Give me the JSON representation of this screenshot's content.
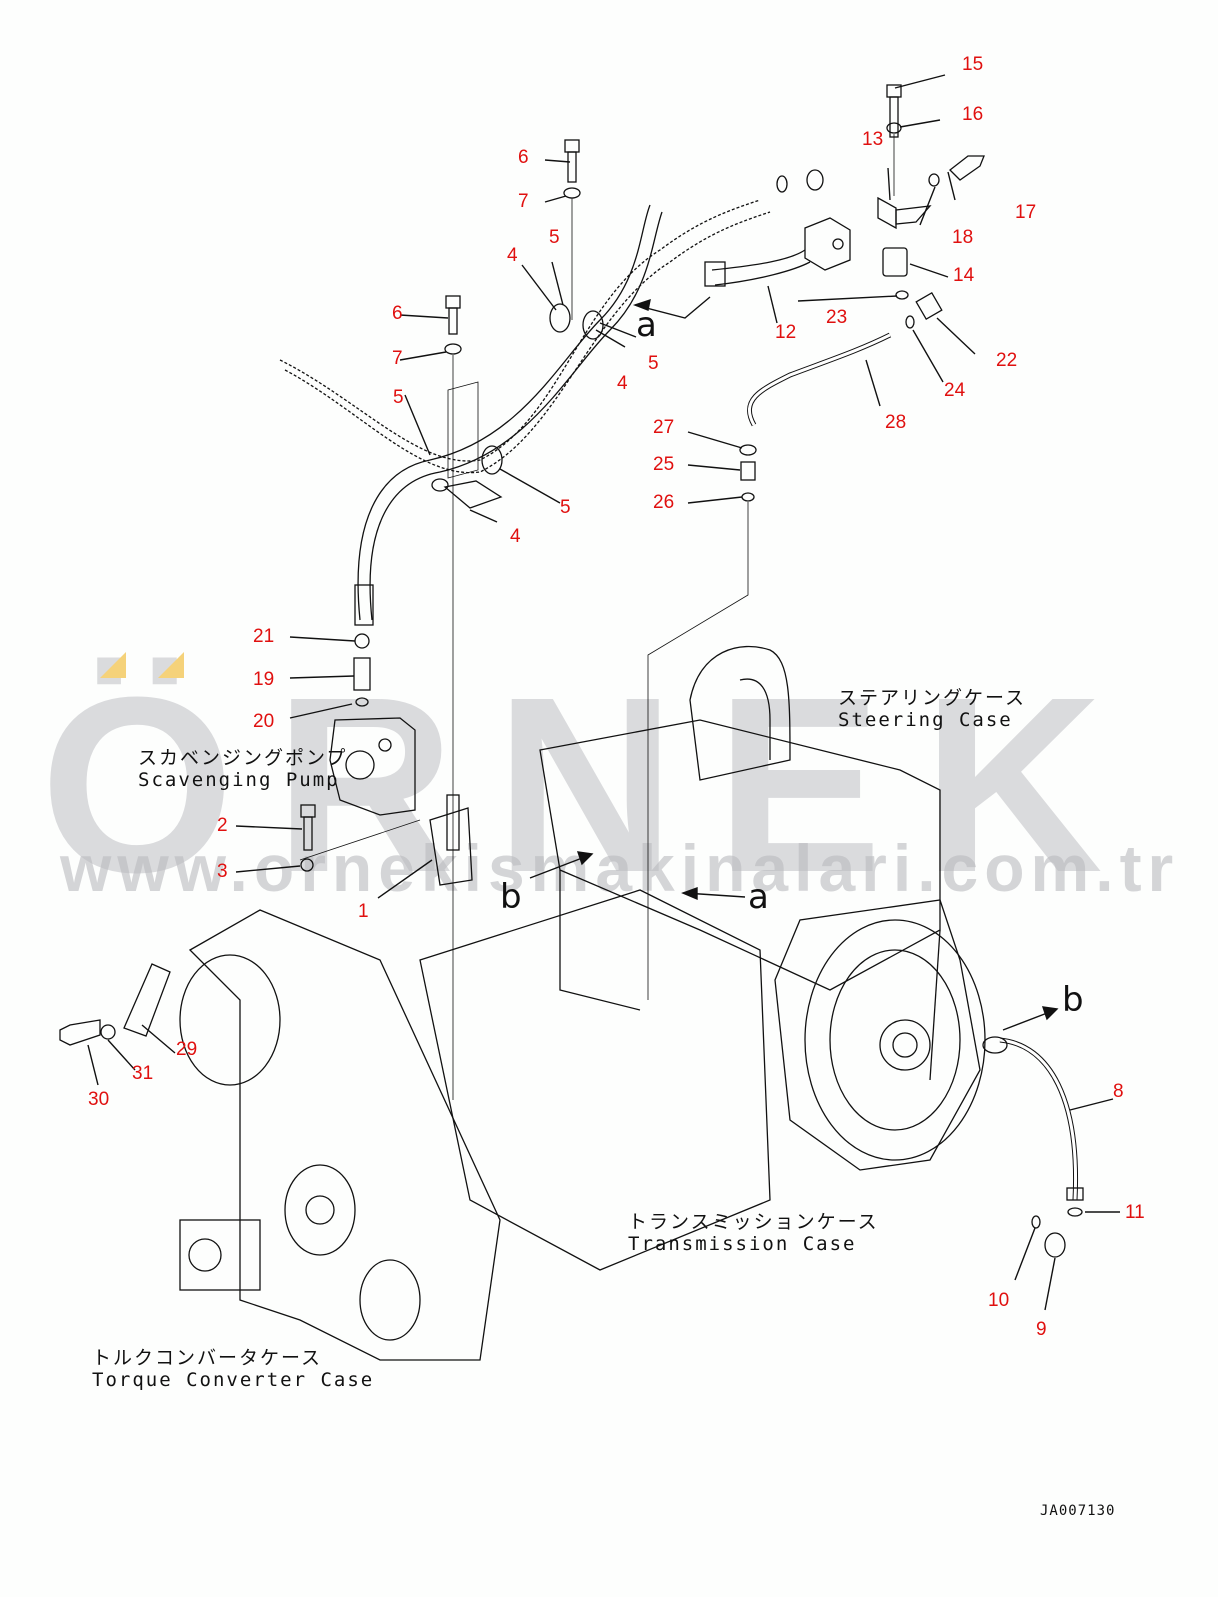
{
  "drawing": {
    "id": "JA007130",
    "captions": {
      "steering_case": {
        "ja": "ステアリングケース",
        "en": "Steering Case"
      },
      "scavenging_pump": {
        "ja": "スカベンジングポンプ",
        "en": "Scavenging Pump"
      },
      "transmission_case": {
        "ja": "トランスミッションケース",
        "en": "Transmission Case"
      },
      "torque_converter_case": {
        "ja": "トルクコンバータケース",
        "en": "Torque Converter Case"
      }
    },
    "view_markers": [
      "a",
      "a",
      "b",
      "b"
    ],
    "callouts": [
      "1",
      "2",
      "3",
      "4",
      "4",
      "4",
      "5",
      "5",
      "5",
      "5",
      "6",
      "6",
      "7",
      "7",
      "8",
      "9",
      "10",
      "11",
      "12",
      "13",
      "14",
      "15",
      "16",
      "17",
      "18",
      "19",
      "20",
      "21",
      "22",
      "23",
      "24",
      "25",
      "26",
      "27",
      "28",
      "29",
      "30",
      "31"
    ]
  },
  "watermark": {
    "brand": "ÖRNEK",
    "url": "www.ornekismakinalari.com.tr",
    "accent_color": "#f5d27a",
    "color": "#bebec3"
  },
  "colors": {
    "callout": "#e0100f",
    "line": "#111111",
    "background": "#fdfefd"
  }
}
